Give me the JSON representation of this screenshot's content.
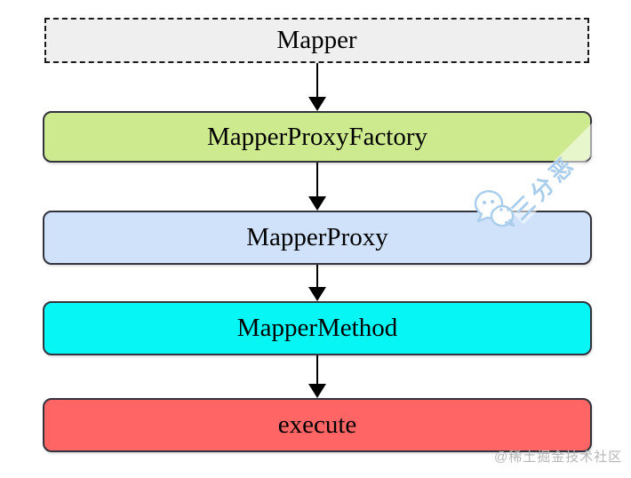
{
  "diagram": {
    "nodes": [
      {
        "id": "mapper",
        "label": "Mapper",
        "fill": "#efefef",
        "border_style": "dashed"
      },
      {
        "id": "mapperProxyFactory",
        "label": "MapperProxyFactory",
        "fill": "#cdea8e",
        "border_style": "solid"
      },
      {
        "id": "mapperProxy",
        "label": "MapperProxy",
        "fill": "#cfe2f9",
        "border_style": "solid"
      },
      {
        "id": "mapperMethod",
        "label": "MapperMethod",
        "fill": "#06f6f6",
        "border_style": "solid"
      },
      {
        "id": "execute",
        "label": "execute",
        "fill": "#ff6565",
        "border_style": "solid"
      }
    ],
    "edges": [
      {
        "from": "mapper",
        "to": "mapperProxyFactory"
      },
      {
        "from": "mapperProxyFactory",
        "to": "mapperProxy"
      },
      {
        "from": "mapperProxy",
        "to": "mapperMethod"
      },
      {
        "from": "mapperMethod",
        "to": "execute"
      }
    ]
  },
  "watermarks": {
    "author_text": "三分恶",
    "author_icon": "wechat-icon",
    "footer_text": "@稀土掘金技术社区"
  },
  "colors": {
    "node_border": "#33333d",
    "dashed_border": "#1a1a1a",
    "arrow": "#000000",
    "watermark_blue": "#a9cdec",
    "footer_gray": "#b7b7b7",
    "background": "#ffffff"
  }
}
